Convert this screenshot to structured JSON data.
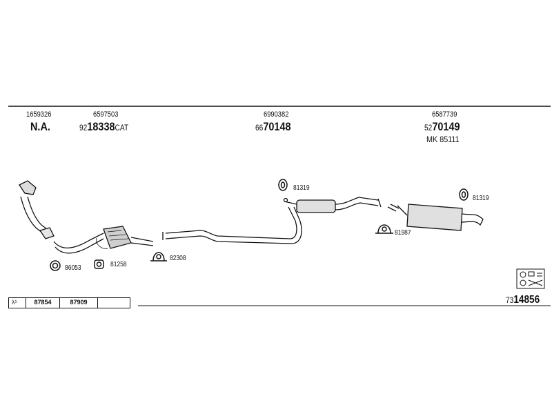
{
  "header": {
    "columns": [
      {
        "ref": "1659326",
        "main": "N.A.",
        "prefix": "",
        "suffix": ""
      },
      {
        "ref": "6597503",
        "main": "18338",
        "prefix": "92",
        "suffix": "CAT"
      },
      {
        "ref": "6990382",
        "main": "70148",
        "prefix": "66",
        "suffix": ""
      },
      {
        "ref": "6587739",
        "main": "70149",
        "prefix": "52",
        "suffix": ""
      }
    ],
    "kit": "MK 85111"
  },
  "parts": {
    "gasket_1": "86053",
    "clamp_1": "81258",
    "clamp_2": "82308",
    "hanger_1": "81319",
    "hanger_2": "81319",
    "clamp_3": "81987"
  },
  "legend": {
    "symbol": "λ¹",
    "items": [
      "87854",
      "87909",
      ""
    ]
  },
  "footer": {
    "prefix": "73",
    "code": "14856"
  }
}
